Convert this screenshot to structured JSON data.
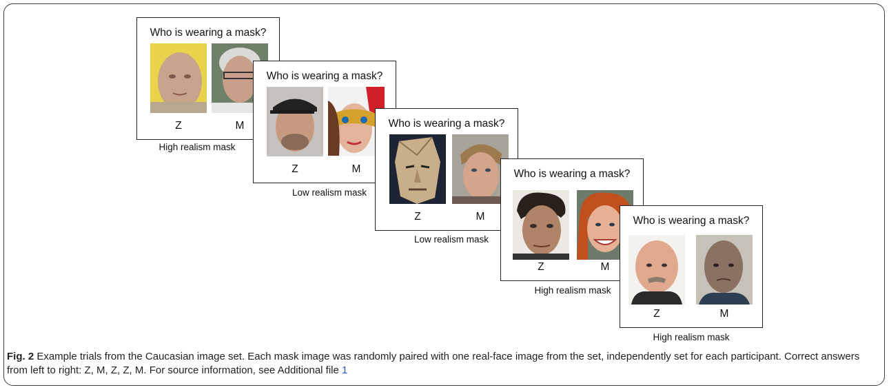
{
  "trials": [
    {
      "question": "Who is wearing a mask?",
      "left_key": "Z",
      "right_key": "M",
      "caption": "High realism mask"
    },
    {
      "question": "Who is wearing a mask?",
      "left_key": "Z",
      "right_key": "M",
      "caption": "Low realism mask"
    },
    {
      "question": "Who is wearing a mask?",
      "left_key": "Z",
      "right_key": "M",
      "caption": "Low realism mask"
    },
    {
      "question": "Who is wearing a mask?",
      "left_key": "Z",
      "right_key": "M",
      "caption": "High realism mask"
    },
    {
      "question": "Who is wearing a mask?",
      "left_key": "Z",
      "right_key": "M",
      "caption": "High realism mask"
    }
  ],
  "figure": {
    "label": "Fig. 2",
    "caption_text": " Example trials from the Caucasian image set. Each mask image was randomly paired with one real-face image from the set, independently set for each participant. Correct answers from left to right: Z, M, Z, Z, M. For source information, see Additional file ",
    "ref": "1"
  }
}
